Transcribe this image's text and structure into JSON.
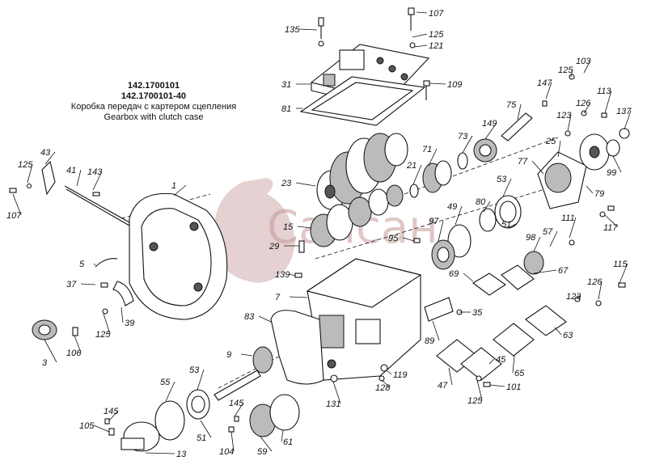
{
  "title": {
    "code1": "142.1700101",
    "code2": "142.1700101-40",
    "desc_ru": "Коробка передач с картером сцепления",
    "desc_en": "Gearbox with clutch case"
  },
  "watermark": {
    "text": "Сапсан",
    "color": "#c69a98"
  },
  "callouts": [
    {
      "id": "c107a",
      "label": "107"
    },
    {
      "id": "c135",
      "label": "135"
    },
    {
      "id": "c125a",
      "label": "125"
    },
    {
      "id": "c121",
      "label": "121"
    },
    {
      "id": "c31",
      "label": "31"
    },
    {
      "id": "c81",
      "label": "81"
    },
    {
      "id": "c109",
      "label": "109"
    },
    {
      "id": "c75",
      "label": "75"
    },
    {
      "id": "c147",
      "label": "147"
    },
    {
      "id": "c103",
      "label": "103"
    },
    {
      "id": "c125b",
      "label": "125"
    },
    {
      "id": "c113",
      "label": "113"
    },
    {
      "id": "c126a",
      "label": "126"
    },
    {
      "id": "c137",
      "label": "137"
    },
    {
      "id": "c123a",
      "label": "123"
    },
    {
      "id": "c149",
      "label": "149"
    },
    {
      "id": "c73",
      "label": "73"
    },
    {
      "id": "c71",
      "label": "71"
    },
    {
      "id": "c25",
      "label": "25"
    },
    {
      "id": "c99",
      "label": "99"
    },
    {
      "id": "c79",
      "label": "79"
    },
    {
      "id": "c77",
      "label": "77"
    },
    {
      "id": "c43",
      "label": "43"
    },
    {
      "id": "c125c",
      "label": "125"
    },
    {
      "id": "c41",
      "label": "41"
    },
    {
      "id": "c143",
      "label": "143"
    },
    {
      "id": "c107b",
      "label": "107"
    },
    {
      "id": "c1",
      "label": "1"
    },
    {
      "id": "c23",
      "label": "23"
    },
    {
      "id": "c21",
      "label": "21"
    },
    {
      "id": "c53a",
      "label": "53"
    },
    {
      "id": "c49",
      "label": "49"
    },
    {
      "id": "c80",
      "label": "80"
    },
    {
      "id": "c117",
      "label": "117"
    },
    {
      "id": "c15",
      "label": "15"
    },
    {
      "id": "c97",
      "label": "97"
    },
    {
      "id": "c51a",
      "label": "51"
    },
    {
      "id": "c111",
      "label": "111"
    },
    {
      "id": "c98",
      "label": "98"
    },
    {
      "id": "c57",
      "label": "57"
    },
    {
      "id": "c29",
      "label": "29"
    },
    {
      "id": "c95",
      "label": "95"
    },
    {
      "id": "c5",
      "label": "5"
    },
    {
      "id": "c67",
      "label": "67"
    },
    {
      "id": "c115",
      "label": "115"
    },
    {
      "id": "c139",
      "label": "139"
    },
    {
      "id": "c69",
      "label": "69"
    },
    {
      "id": "c37",
      "label": "37"
    },
    {
      "id": "c7",
      "label": "7"
    },
    {
      "id": "c126b",
      "label": "126"
    },
    {
      "id": "c123b",
      "label": "123"
    },
    {
      "id": "c39",
      "label": "39"
    },
    {
      "id": "c35",
      "label": "35"
    },
    {
      "id": "c83",
      "label": "83"
    },
    {
      "id": "c125d",
      "label": "125"
    },
    {
      "id": "c3",
      "label": "3"
    },
    {
      "id": "c89",
      "label": "89"
    },
    {
      "id": "c63",
      "label": "63"
    },
    {
      "id": "c106",
      "label": "106"
    },
    {
      "id": "c9",
      "label": "9"
    },
    {
      "id": "c45",
      "label": "45"
    },
    {
      "id": "c119",
      "label": "119"
    },
    {
      "id": "c65",
      "label": "65"
    },
    {
      "id": "c47",
      "label": "47"
    },
    {
      "id": "c128",
      "label": "128"
    },
    {
      "id": "c101",
      "label": "101"
    },
    {
      "id": "c55",
      "label": "55"
    },
    {
      "id": "c53b",
      "label": "53"
    },
    {
      "id": "c131",
      "label": "131"
    },
    {
      "id": "c125e",
      "label": "125"
    },
    {
      "id": "c145a",
      "label": "145"
    },
    {
      "id": "c145b",
      "label": "145"
    },
    {
      "id": "c105",
      "label": "105"
    },
    {
      "id": "c51b",
      "label": "51"
    },
    {
      "id": "c104",
      "label": "104"
    },
    {
      "id": "c59",
      "label": "59"
    },
    {
      "id": "c61",
      "label": "61"
    },
    {
      "id": "c13",
      "label": "13"
    }
  ]
}
